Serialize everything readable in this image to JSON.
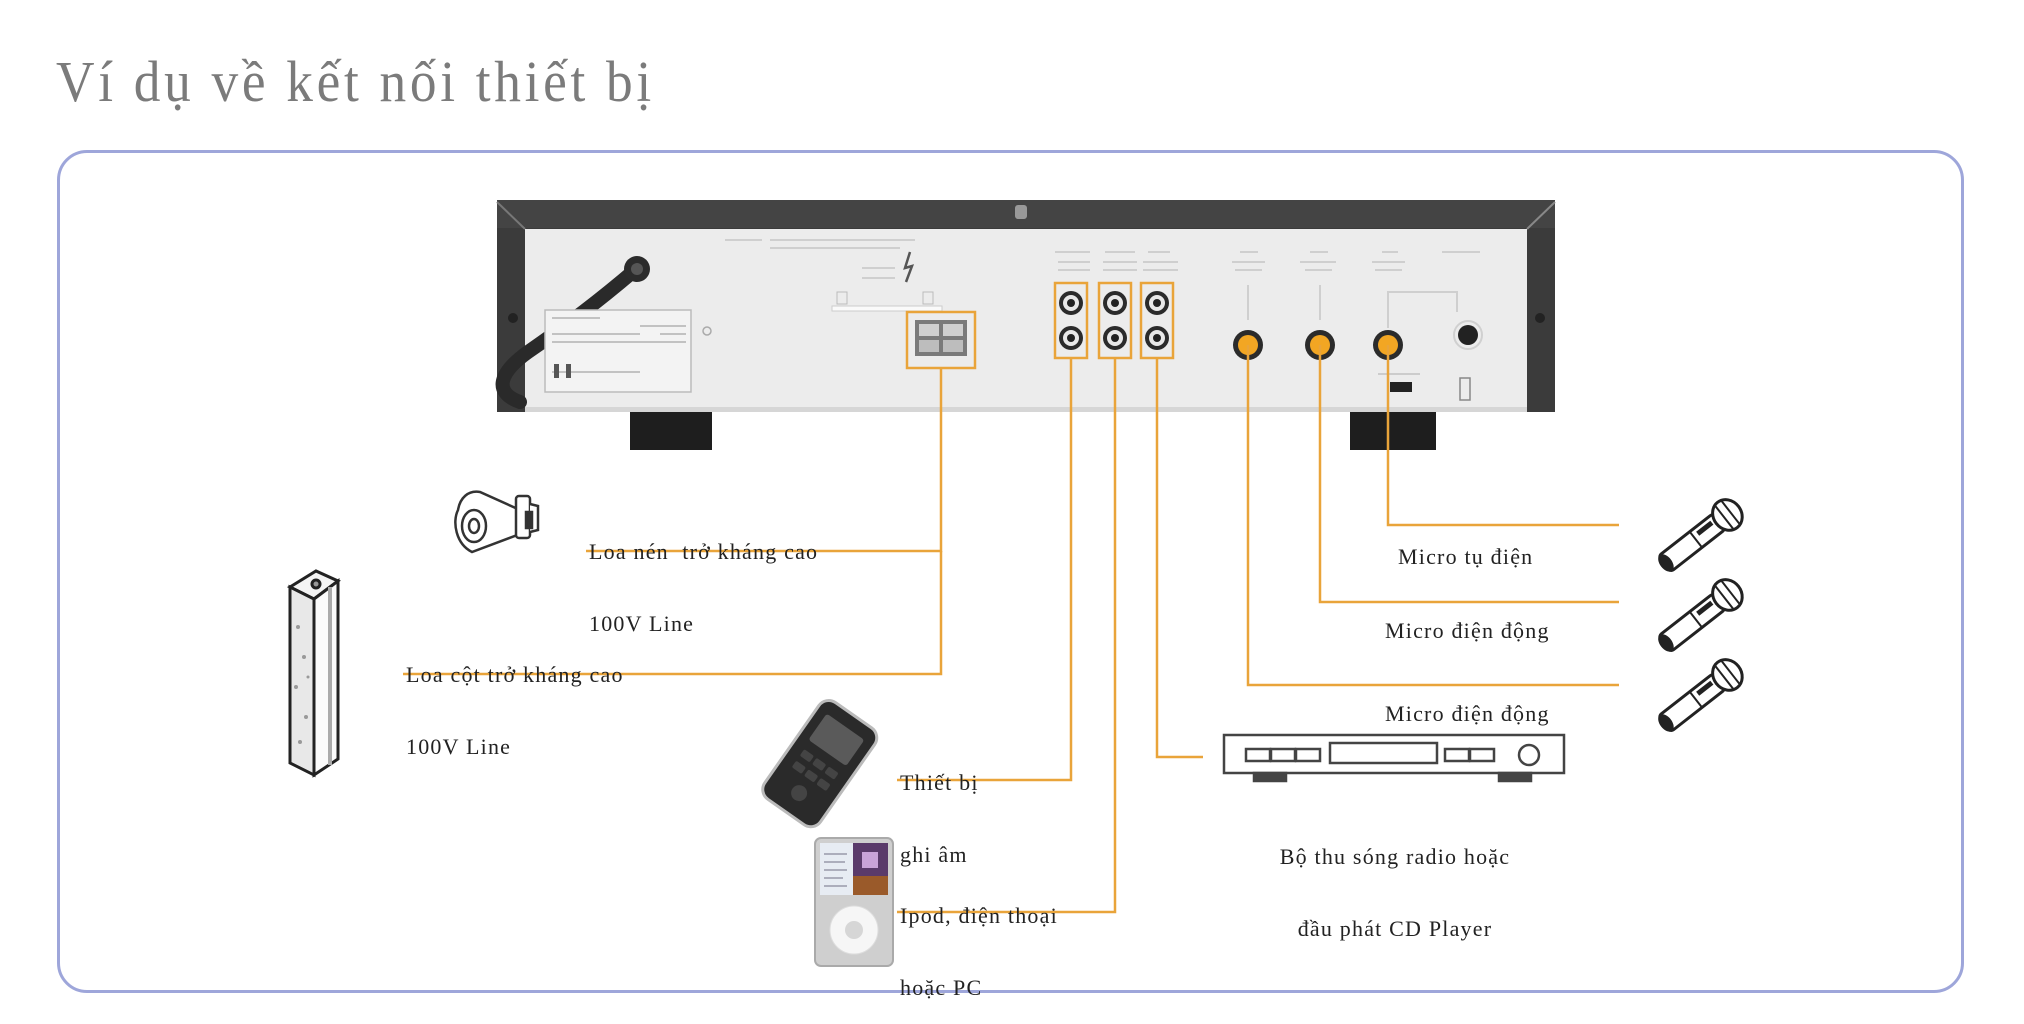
{
  "title": "Ví dụ về kết nối thiết bị",
  "colors": {
    "title": "#7b7b7b",
    "frame_border": "#9ea6da",
    "connection_line": "#e9a43a",
    "jack_fill": "#f2a623",
    "amp_frame": "#3b3b3b",
    "amp_panel": "#ececec"
  },
  "device": {
    "name": "amplifier-rear-panel",
    "terminals": [
      {
        "id": "speaker-output",
        "type": "terminal-block"
      },
      {
        "id": "rec-out",
        "type": "rca-pair"
      },
      {
        "id": "aux-2",
        "type": "rca-pair"
      },
      {
        "id": "aux-1",
        "type": "rca-pair"
      },
      {
        "id": "mic-3",
        "type": "jack"
      },
      {
        "id": "mic-2",
        "type": "jack"
      },
      {
        "id": "mic-1",
        "type": "jack"
      }
    ]
  },
  "connections": [
    {
      "label_lines": [
        "Loa nén  trở kháng cao",
        "100V Line"
      ],
      "icon": "horn-speaker-icon",
      "terminal": "speaker-output"
    },
    {
      "label_lines": [
        "Loa cột trở kháng cao",
        "100V Line"
      ],
      "icon": "column-speaker-icon",
      "terminal": "speaker-output"
    },
    {
      "label_lines": [
        "Thiết bị",
        "ghi âm"
      ],
      "icon": "voice-recorder-icon",
      "terminal": "rec-out"
    },
    {
      "label_lines": [
        "Ipod, điện thoại",
        "hoặc PC"
      ],
      "icon": "ipod-icon",
      "terminal": "aux-2"
    },
    {
      "label_lines": [
        "Bộ thu sóng radio hoặc",
        "đầu phát CD Player"
      ],
      "icon": "cd-player-icon",
      "terminal": "aux-1"
    },
    {
      "label_lines": [
        "Micro tụ điện"
      ],
      "icon": "microphone-icon",
      "terminal": "mic-1"
    },
    {
      "label_lines": [
        "Micro điện động"
      ],
      "icon": "microphone-icon",
      "terminal": "mic-2"
    },
    {
      "label_lines": [
        "Micro điện động"
      ],
      "icon": "microphone-icon",
      "terminal": "mic-3"
    }
  ]
}
